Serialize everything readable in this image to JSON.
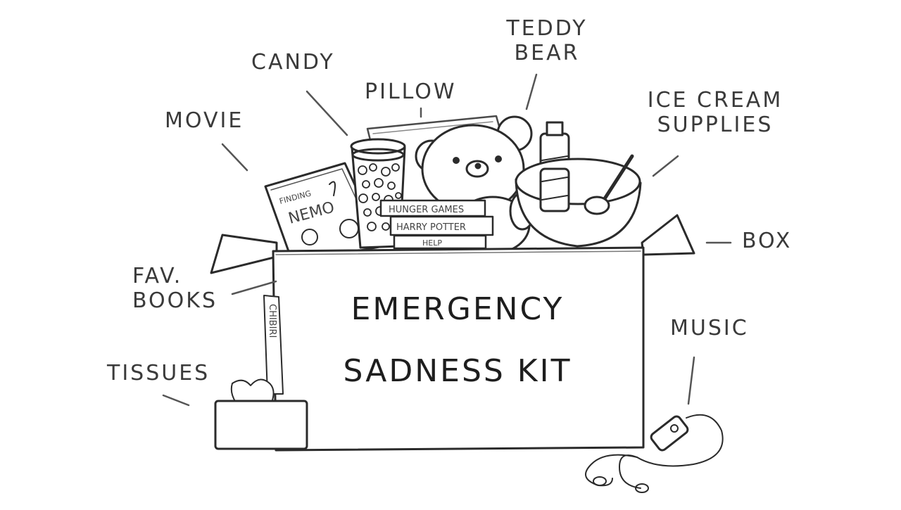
{
  "labels": {
    "candy": "CANDY",
    "teddy_line1": "TEDDY",
    "teddy_line2": "BEAR",
    "pillow": "PILLOW",
    "ice_line1": "ICE CREAM",
    "ice_line2": "SUPPLIES",
    "movie": "MOVIE",
    "box": "BOX",
    "fav_line1": "FAV.",
    "fav_line2": "BOOKS",
    "music": "MUSIC",
    "tissues": "TISSUES"
  },
  "box_title": {
    "line1": "EMERGENCY",
    "line2": "SADNESS KIT"
  },
  "item_text": {
    "dvd_small": "FINDING",
    "dvd_title": "NEMO",
    "book1": "HUNGER GAMES",
    "book2": "HARRY POTTER",
    "book3": "HELP",
    "book_spine": "CHIBIRI"
  }
}
